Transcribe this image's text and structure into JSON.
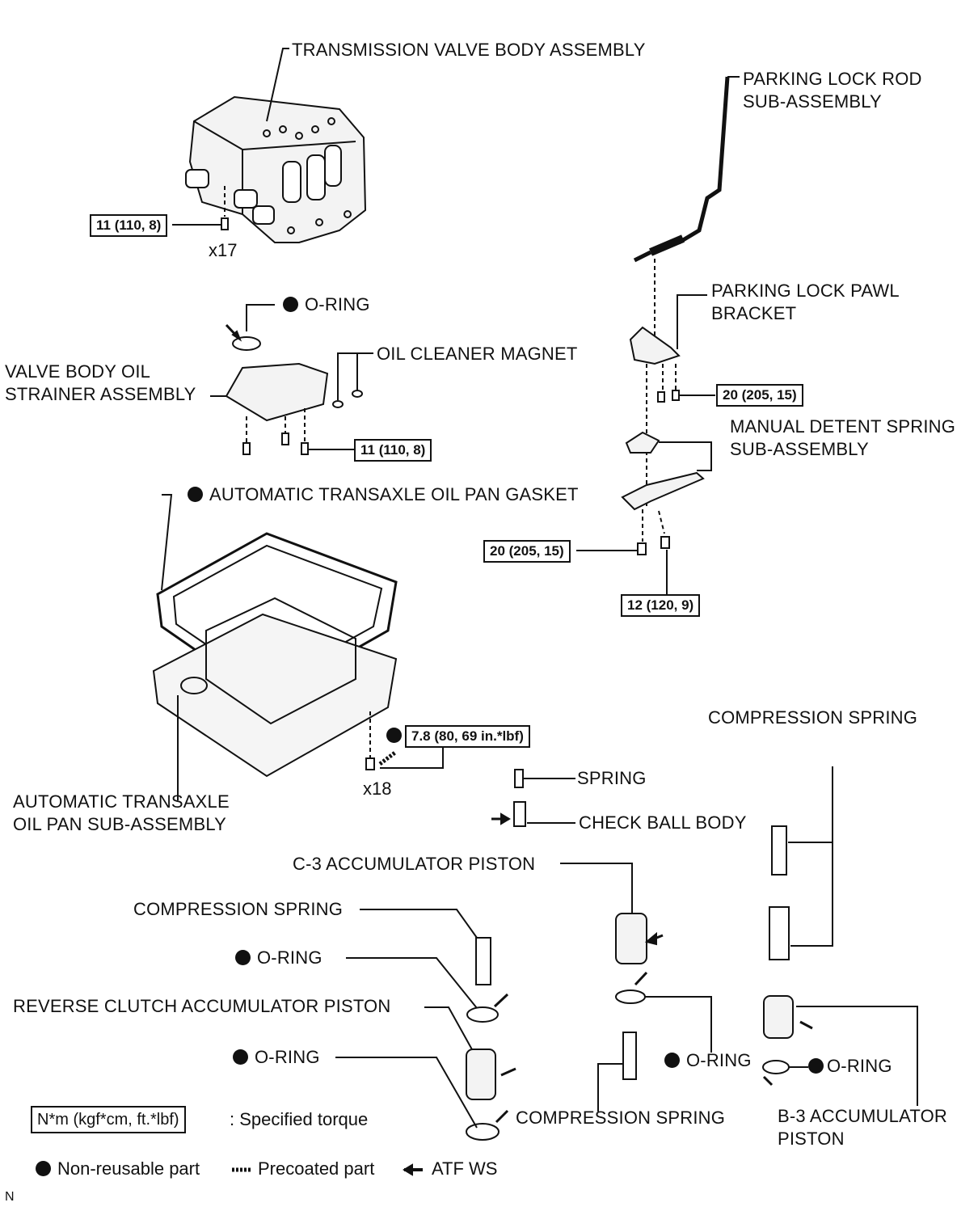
{
  "labels": {
    "valve_body": "TRANSMISSION VALVE BODY ASSEMBLY",
    "parking_lock_rod": "PARKING LOCK ROD\nSUB-ASSEMBLY",
    "oring_top": "O-RING",
    "oil_cleaner_magnet": "OIL CLEANER MAGNET",
    "valve_body_strainer": "VALVE BODY OIL\nSTRAINER ASSEMBLY",
    "parking_lock_pawl": "PARKING LOCK PAWL\nBRACKET",
    "manual_detent": "MANUAL DETENT SPRING\nSUB-ASSEMBLY",
    "oil_pan_gasket": "AUTOMATIC TRANSAXLE OIL PAN GASKET",
    "oil_pan": "AUTOMATIC TRANSAXLE\nOIL PAN SUB-ASSEMBLY",
    "compression_spring_right": "COMPRESSION SPRING",
    "spring": "SPRING",
    "check_ball_body": "CHECK BALL BODY",
    "c3_piston": "C-3 ACCUMULATOR PISTON",
    "compression_spring_left": "COMPRESSION SPRING",
    "oring_left1": "O-RING",
    "reverse_clutch": "REVERSE CLUTCH ACCUMULATOR PISTON",
    "oring_left2": "O-RING",
    "oring_mid": "O-RING",
    "oring_right": "O-RING",
    "compression_spring_bottom": "COMPRESSION SPRING",
    "b3_piston": "B-3 ACCUMULATOR\nPISTON"
  },
  "torques": {
    "valve_body": "11 (110, 8)",
    "strainer": "11 (110, 8)",
    "pawl_bracket": "20 (205, 15)",
    "detent_1": "20 (205, 15)",
    "detent_2": "12 (120, 9)",
    "oil_pan": "7.8 (80, 69 in.*lbf)"
  },
  "quantities": {
    "valve_body_bolts": "x17",
    "oil_pan_bolts": "x18"
  },
  "legend": {
    "torque_unit": "N*m (kgf*cm, ft.*lbf)",
    "torque_desc": ": Specified torque",
    "non_reusable": "Non-reusable part",
    "precoated": "Precoated part",
    "atf": "ATF WS"
  },
  "corner_mark": "N"
}
